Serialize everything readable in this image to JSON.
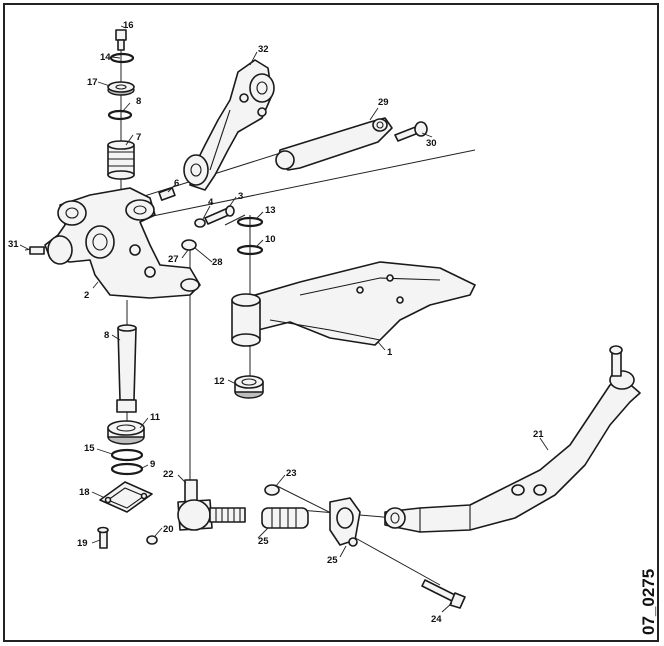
{
  "diagram": {
    "reference_code": "07_0275",
    "callouts": [
      {
        "id": "c16",
        "text": "16"
      },
      {
        "id": "c14",
        "text": "14"
      },
      {
        "id": "c17",
        "text": "17"
      },
      {
        "id": "c8a",
        "text": "8"
      },
      {
        "id": "c7",
        "text": "7"
      },
      {
        "id": "c32",
        "text": "32"
      },
      {
        "id": "c29",
        "text": "29"
      },
      {
        "id": "c30",
        "text": "30"
      },
      {
        "id": "c6",
        "text": "6"
      },
      {
        "id": "c3",
        "text": "3"
      },
      {
        "id": "c4",
        "text": "4"
      },
      {
        "id": "c13",
        "text": "13"
      },
      {
        "id": "c10",
        "text": "10"
      },
      {
        "id": "c31",
        "text": "31"
      },
      {
        "id": "c27",
        "text": "27"
      },
      {
        "id": "c28",
        "text": "28"
      },
      {
        "id": "c2",
        "text": "2"
      },
      {
        "id": "c8b",
        "text": "8"
      },
      {
        "id": "c1",
        "text": "1"
      },
      {
        "id": "c12",
        "text": "12"
      },
      {
        "id": "c11",
        "text": "11"
      },
      {
        "id": "c15",
        "text": "15"
      },
      {
        "id": "c9",
        "text": "9"
      },
      {
        "id": "c22",
        "text": "22"
      },
      {
        "id": "c23",
        "text": "23"
      },
      {
        "id": "c21",
        "text": "21"
      },
      {
        "id": "c18",
        "text": "18"
      },
      {
        "id": "c20",
        "text": "20"
      },
      {
        "id": "c25a",
        "text": "25"
      },
      {
        "id": "c19",
        "text": "19"
      },
      {
        "id": "c25b",
        "text": "25"
      },
      {
        "id": "c24",
        "text": "24"
      }
    ]
  }
}
